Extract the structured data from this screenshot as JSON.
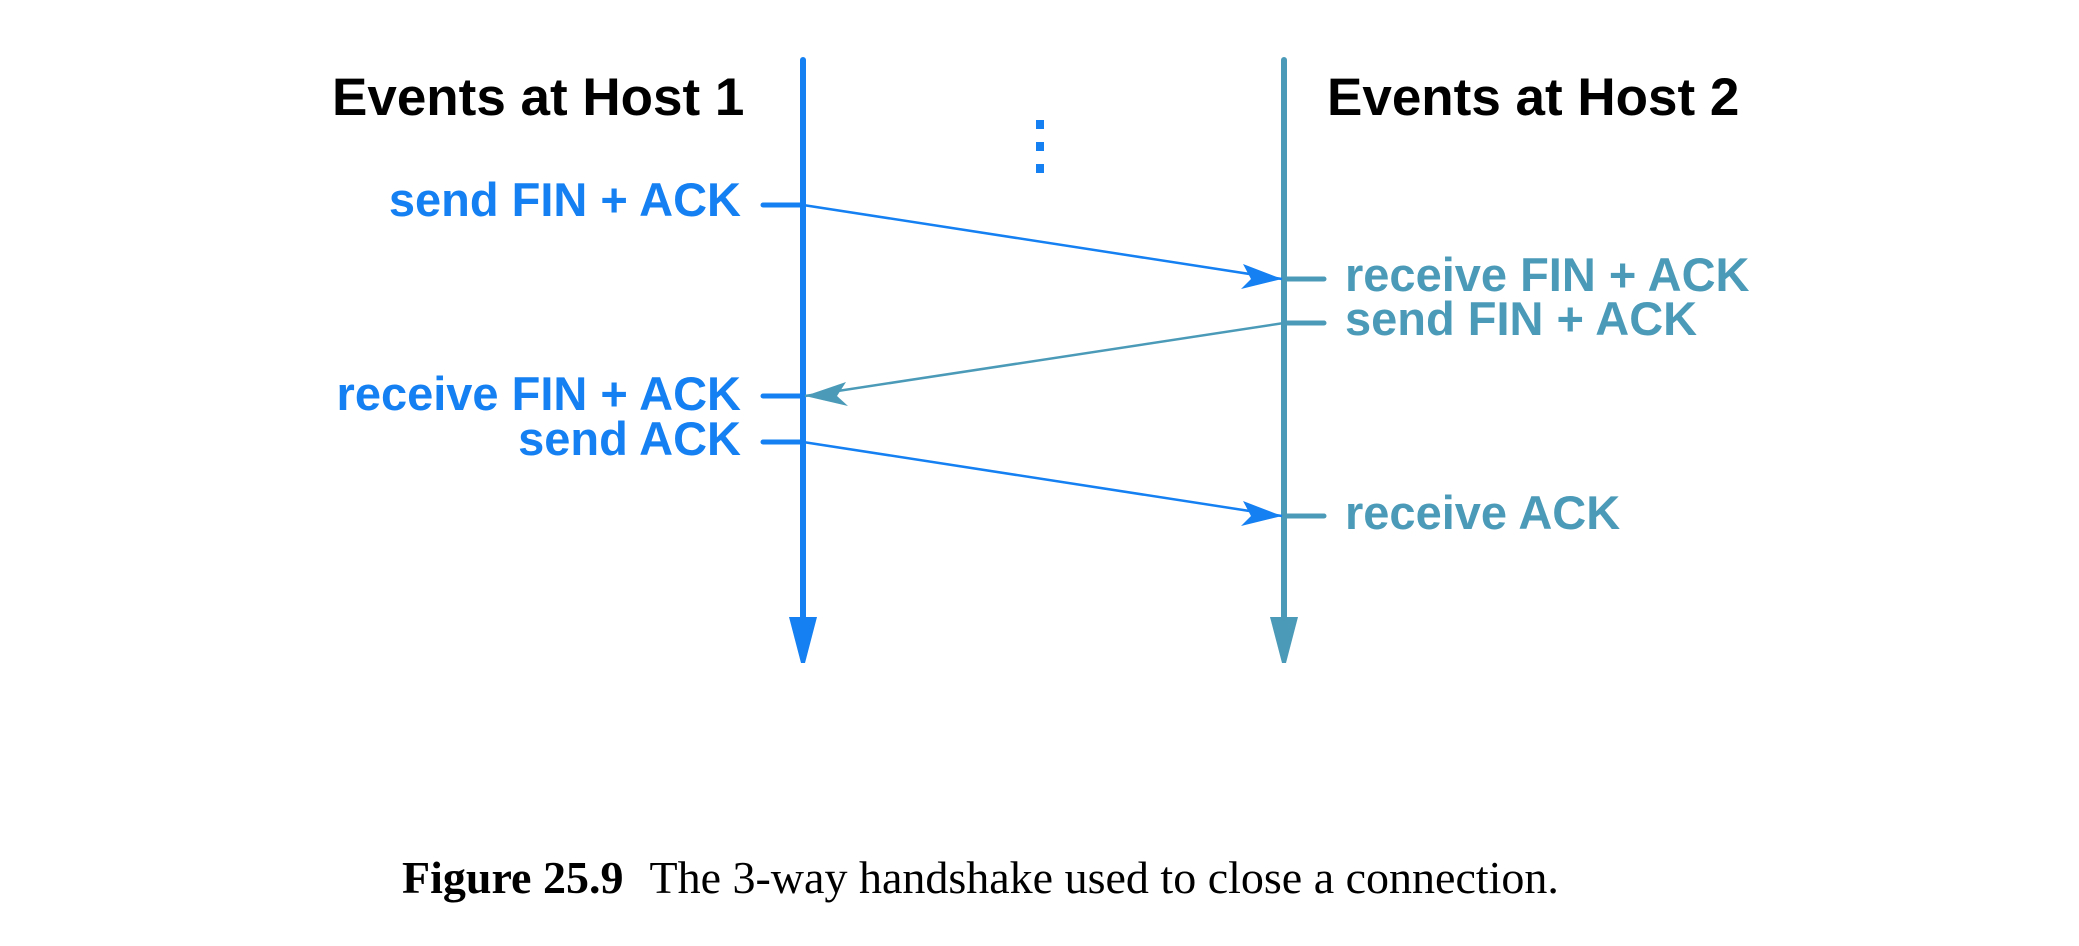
{
  "colors": {
    "host1": "#1580f2",
    "host2": "#4b9bb8",
    "text": "#000000"
  },
  "diagram": {
    "type": "sequence",
    "hosts": [
      {
        "id": "host1",
        "title": "Events at Host 1"
      },
      {
        "id": "host2",
        "title": "Events at Host 2"
      }
    ],
    "continuation_marker": "⋮",
    "events": {
      "host1": [
        {
          "label": "send FIN + ACK",
          "order": 1
        },
        {
          "label": "receive FIN + ACK",
          "order": 4
        },
        {
          "label": "send ACK",
          "order": 5
        }
      ],
      "host2": [
        {
          "label": "receive FIN + ACK",
          "order": 2
        },
        {
          "label": "send FIN + ACK",
          "order": 3
        },
        {
          "label": "receive ACK",
          "order": 6
        }
      ]
    },
    "messages": [
      {
        "from": "host1",
        "to": "host2",
        "content": "FIN + ACK"
      },
      {
        "from": "host2",
        "to": "host1",
        "content": "FIN + ACK"
      },
      {
        "from": "host1",
        "to": "host2",
        "content": "ACK"
      }
    ]
  },
  "caption": {
    "number": "Figure 25.9",
    "text": "The 3-way handshake used to close a connection."
  }
}
